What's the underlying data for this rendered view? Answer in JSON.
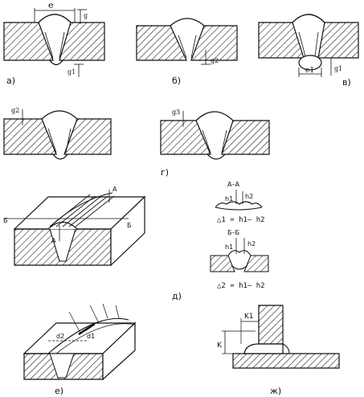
{
  "panels": {
    "a": {
      "label": "а)",
      "dims": [
        "e",
        "g",
        "g1"
      ]
    },
    "b": {
      "label": "б)",
      "dims": [
        "g2"
      ]
    },
    "v": {
      "label": "в)",
      "dims": [
        "e1",
        "g1"
      ]
    },
    "g": {
      "label": "г)",
      "dims": [
        "g2",
        "g3"
      ]
    },
    "d": {
      "label": "д)",
      "section_A": "A",
      "section_B": "Б",
      "inset_AA_title": "А–А",
      "inset_BB_title": "Б–Б",
      "h1": "h1",
      "h2": "h2",
      "formula1": "△1 = h1– h2",
      "formula2": "△2 = h1– h2"
    },
    "e": {
      "label": "е)",
      "d1": "d1",
      "d2": "d2"
    },
    "zh": {
      "label": "ж)",
      "K": "K",
      "K1": "K1"
    }
  }
}
